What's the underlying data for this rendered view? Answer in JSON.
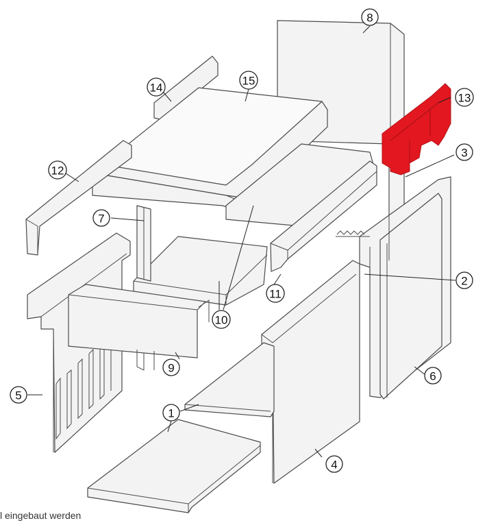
{
  "callouts": [
    {
      "id": "1",
      "label": "1"
    },
    {
      "id": "2",
      "label": "2"
    },
    {
      "id": "3",
      "label": "3"
    },
    {
      "id": "4",
      "label": "4"
    },
    {
      "id": "5",
      "label": "5"
    },
    {
      "id": "6",
      "label": "6"
    },
    {
      "id": "7",
      "label": "7"
    },
    {
      "id": "8",
      "label": "8"
    },
    {
      "id": "9",
      "label": "9"
    },
    {
      "id": "10",
      "label": "10"
    },
    {
      "id": "11",
      "label": "11"
    },
    {
      "id": "12",
      "label": "12"
    },
    {
      "id": "13",
      "label": "13"
    },
    {
      "id": "14",
      "label": "14"
    },
    {
      "id": "15",
      "label": "15"
    }
  ],
  "footer_text": "l eingebaut werden",
  "highlight_part": "13",
  "colors": {
    "highlight": "#e3171f",
    "line": "#4a4a4a",
    "fill": "#f3f3f3"
  }
}
